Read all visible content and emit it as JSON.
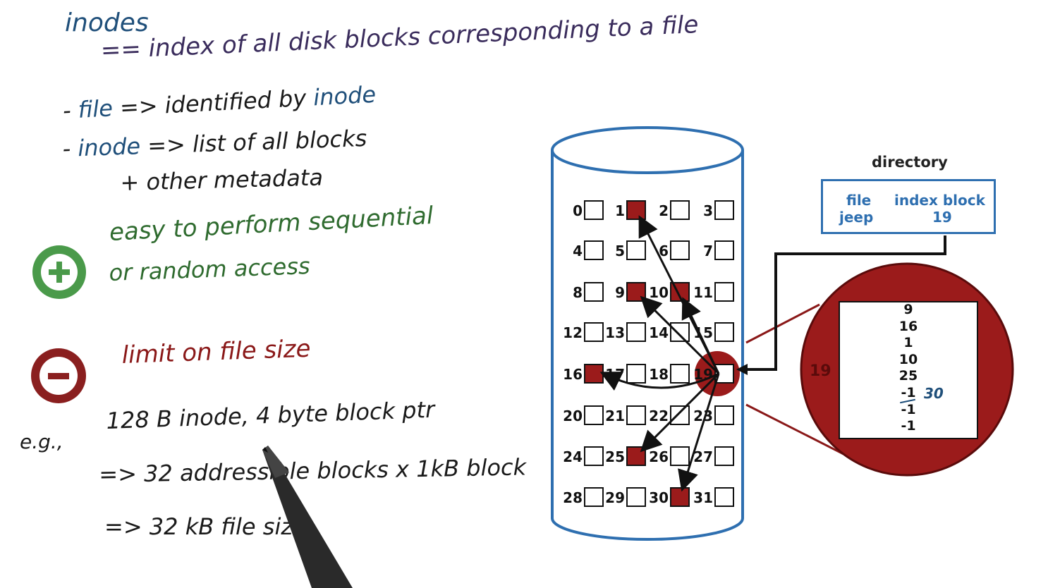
{
  "notes": {
    "title": "inodes",
    "definition": "== index of all disk blocks corresponding to a file",
    "file_prefix": "- ",
    "file_term": "file",
    "file_rest": "=> identified by",
    "file_inode": "inode",
    "inode_prefix": "- ",
    "inode_term": "inode",
    "inode_rest": "=> list of all blocks",
    "inode_rest2": "+ other metadata",
    "pro_line1": "easy to perform sequential",
    "pro_line2": "or random access",
    "con_line": "limit on file size",
    "eg_label": "e.g.,",
    "eg_line1": "128 B inode, 4 byte block ptr",
    "eg_line2": "=> 32 addressible blocks x 1kB block",
    "eg_line3": "=> 32 kB file size"
  },
  "icons": {
    "plus": "plus-circle-icon",
    "minus": "minus-circle-icon",
    "pen": "pen-icon"
  },
  "colors": {
    "disk_outline": "#2e6fb0",
    "block_filled": "#9b1b1b",
    "block_empty": "#ffffff",
    "magnifier": "#9b1b1b",
    "plus": "#4a9a4a",
    "minus": "#8a1f1f"
  },
  "disk": {
    "blocks": [
      {
        "label": "0",
        "filled": false
      },
      {
        "label": "1",
        "filled": true
      },
      {
        "label": "2",
        "filled": false
      },
      {
        "label": "3",
        "filled": false
      },
      {
        "label": "4",
        "filled": false
      },
      {
        "label": "5",
        "filled": false
      },
      {
        "label": "6",
        "filled": false
      },
      {
        "label": "7",
        "filled": false
      },
      {
        "label": "8",
        "filled": false
      },
      {
        "label": "9",
        "filled": true
      },
      {
        "label": "10",
        "filled": true
      },
      {
        "label": "11",
        "filled": false
      },
      {
        "label": "12",
        "filled": false
      },
      {
        "label": "13",
        "filled": false
      },
      {
        "label": "14",
        "filled": false
      },
      {
        "label": "15",
        "filled": false
      },
      {
        "label": "16",
        "filled": true
      },
      {
        "label": "17",
        "filled": false
      },
      {
        "label": "18",
        "filled": false
      },
      {
        "label": "19",
        "filled": false
      },
      {
        "label": "20",
        "filled": false
      },
      {
        "label": "21",
        "filled": false
      },
      {
        "label": "22",
        "filled": false
      },
      {
        "label": "23",
        "filled": false
      },
      {
        "label": "24",
        "filled": false
      },
      {
        "label": "25",
        "filled": true
      },
      {
        "label": "26",
        "filled": false
      },
      {
        "label": "27",
        "filled": false
      },
      {
        "label": "28",
        "filled": false
      },
      {
        "label": "29",
        "filled": false
      },
      {
        "label": "30",
        "filled": true
      },
      {
        "label": "31",
        "filled": false
      }
    ],
    "index_block": 19,
    "pointer_targets": [
      9,
      16,
      1,
      10,
      25,
      30
    ]
  },
  "directory": {
    "title": "directory",
    "col_file": "file",
    "col_index": "index block",
    "row_file": "jeep",
    "row_index": "19"
  },
  "index_block": {
    "label": "19",
    "entries": [
      "9",
      "16",
      "1",
      "10",
      "25",
      "-1",
      "-1",
      "-1"
    ],
    "correction": "30"
  }
}
